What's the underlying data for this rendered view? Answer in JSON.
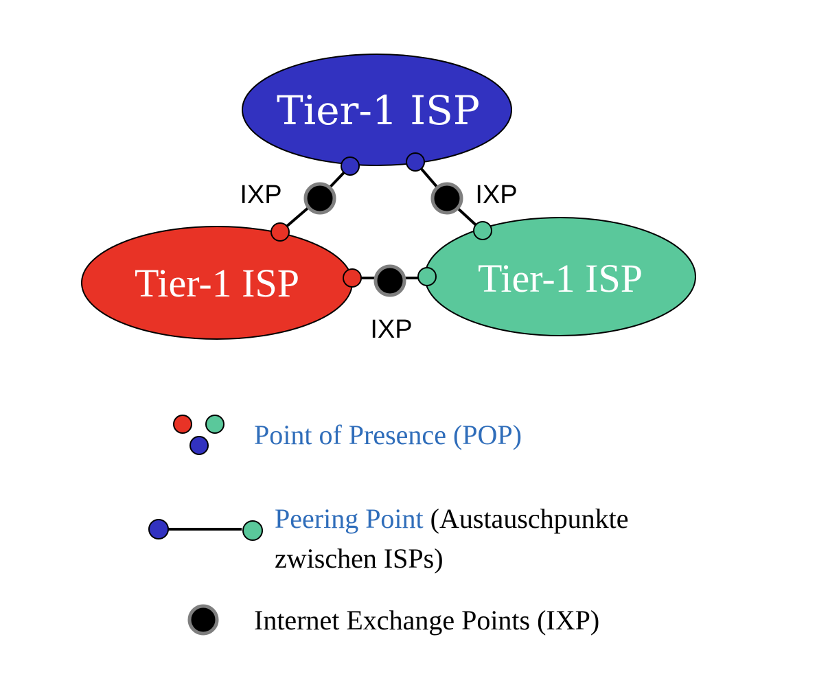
{
  "diagram": {
    "nodes": [
      {
        "id": "isp-top",
        "label": "Tier-1 ISP",
        "color": "#3232c0"
      },
      {
        "id": "isp-left",
        "label": "Tier-1 ISP",
        "color": "#e83326"
      },
      {
        "id": "isp-right",
        "label": "Tier-1 ISP",
        "color": "#5ac89b"
      }
    ],
    "ixps": [
      {
        "id": "ixp-top-left",
        "label": "IXP"
      },
      {
        "id": "ixp-top-right",
        "label": "IXP"
      },
      {
        "id": "ixp-bottom",
        "label": "IXP"
      }
    ],
    "colors": {
      "pop_blue": "#3232c0",
      "pop_red": "#e83326",
      "pop_green": "#5ac89b",
      "ixp_fill": "#000000",
      "ixp_ring": "#7f7f7f",
      "legend_blue_text": "#2f6dba"
    }
  },
  "legend": {
    "pop": {
      "label": "Point of Presence (POP)"
    },
    "peering": {
      "label_blue": "Peering Point",
      "label_rest": " (Austausch­punkte",
      "label_line2": "zwischen ISPs)"
    },
    "ixp": {
      "label": "Internet Exchange Points (IXP)"
    }
  }
}
